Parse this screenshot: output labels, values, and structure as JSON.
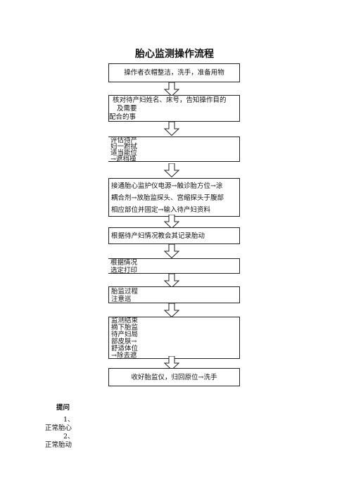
{
  "title": "胎心监测操作流程",
  "steps": [
    {
      "lines": [
        "操作者衣帽整洁，洗手，准备用物"
      ]
    },
    {
      "lines": [
        "核对待产妇姓名、床号，告知操作目的",
        "  及需要",
        "配合的事"
      ]
    },
    {
      "lines": [
        "评估待产",
        "妇一跗拭",
        "适当能位",
        "→遮挡操"
      ]
    },
    {
      "lines": [
        "接通胎心监护仪电源→触诊胎方位→涂",
        "耦合剂→放胎监探头、宫缩探头于腹部",
        "相应部位并固定→输入待产妇资料"
      ]
    },
    {
      "lines": [
        "根据待产妇情况教会其记录胎动"
      ]
    },
    {
      "lines": [
        "根据情况",
        "选定打印"
      ]
    },
    {
      "lines": [
        "胎监过程",
        "注意巡"
      ]
    },
    {
      "lines": [
        "监测结束",
        "摘下胎监",
        "待产妇局",
        "部皮肤→",
        "舒适体位",
        "→除去遮"
      ]
    },
    {
      "lines": [
        "收好胎监仪，归回原位→洗手"
      ]
    }
  ],
  "questions": {
    "heading": "提问",
    "items": [
      {
        "num": "1、",
        "text": "正常胎心"
      },
      {
        "num": "2、",
        "text": "正常胎动"
      }
    ]
  }
}
